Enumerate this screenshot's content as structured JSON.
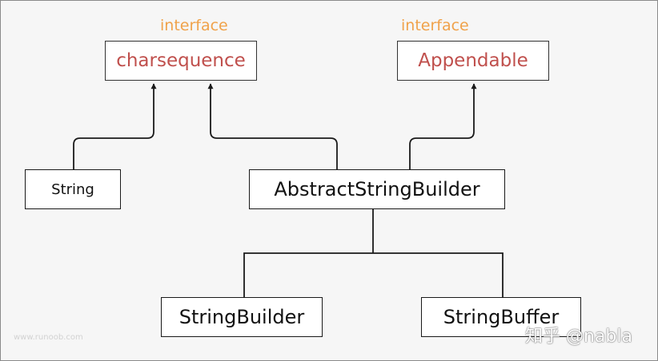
{
  "diagram": {
    "stereotypes": {
      "charsequence": "interface",
      "appendable": "interface"
    },
    "nodes": {
      "charsequence": "charsequence",
      "appendable": "Appendable",
      "string": "String",
      "abstract_string_builder": "AbstractStringBuilder",
      "string_builder": "StringBuilder",
      "string_buffer": "StringBuffer"
    },
    "watermarks": {
      "site": "www.runoob.com",
      "credit": "知乎 @nabla"
    },
    "colors": {
      "interface_name": "#c0504d",
      "stereotype": "#f0a24a",
      "line": "#1a1a1a",
      "background": "#f6f6f6"
    }
  }
}
